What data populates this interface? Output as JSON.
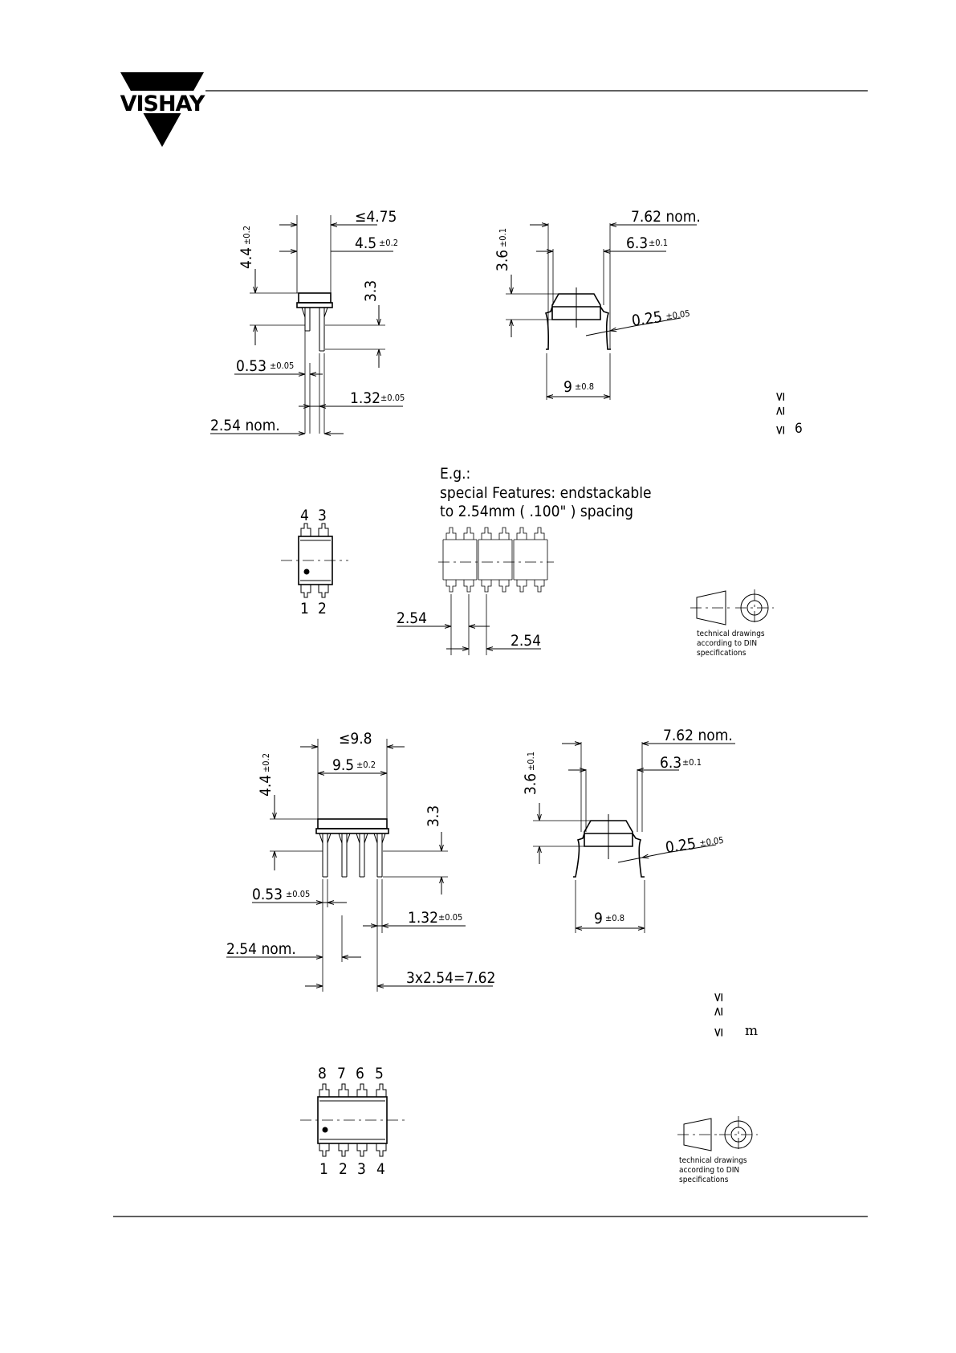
{
  "header": {
    "logo_text": "VISHAY"
  },
  "pkg4": {
    "front": {
      "d_max_width": "≤4.75",
      "d_body_width": "4.5",
      "d_body_width_tol": "±0.2",
      "d_height": "4.4",
      "d_height_tol": "±0.2",
      "d_lead_len": "3.3",
      "d_lead_w": "0.53",
      "d_lead_w_tol": "±0.05",
      "d_lead_w2": "1.32",
      "d_lead_w2_tol": "±0.05",
      "d_pitch": "2.54 nom."
    },
    "side": {
      "d_row": "7.62 nom.",
      "d_body": "6.3",
      "d_body_tol": "±0.1",
      "d_height": "3.6",
      "d_height_tol": "±0.1",
      "d_thk": "0.25",
      "d_thk_tol": "±0.05",
      "d_span": "9",
      "d_span_tol": "±0.8"
    },
    "margin_note_1": "≥ ≤",
    "margin_note_2": "≤ 6",
    "top": {
      "pins_top": [
        "4",
        "3"
      ],
      "pins_bottom": [
        "1",
        "2"
      ]
    },
    "stack": {
      "line1": "E.g.:",
      "line2": "special Features: endstackable",
      "line3": "to 2.54mm ( .100\" ) spacing",
      "d_left": "2.54",
      "d_right": "2.54"
    },
    "din": {
      "line1": "technical drawings",
      "line2": "according to DIN",
      "line3": "specifications"
    }
  },
  "pkg8": {
    "front": {
      "d_max_width": "≤9.8",
      "d_body_width": "9.5",
      "d_body_width_tol": "±0.2",
      "d_height": "4.4",
      "d_height_tol": "±0.2",
      "d_lead_len": "3.3",
      "d_lead_w": "0.53",
      "d_lead_w_tol": "±0.05",
      "d_lead_w2": "1.32",
      "d_lead_w2_tol": "±0.05",
      "d_pitch": "2.54 nom.",
      "d_span": "3x2.54=7.62"
    },
    "side": {
      "d_row": "7.62 nom.",
      "d_body": "6.3",
      "d_body_tol": "±0.1",
      "d_height": "3.6",
      "d_height_tol": "±0.1",
      "d_thk": "0.25",
      "d_thk_tol": "±0.05",
      "d_span": "9",
      "d_span_tol": "±0.8"
    },
    "margin_note_1": "≥ ≤",
    "margin_note_2": "≤ m",
    "top": {
      "pins_top": [
        "8",
        "7",
        "6",
        "5"
      ],
      "pins_bottom": [
        "1",
        "2",
        "3",
        "4"
      ]
    },
    "din": {
      "line1": "technical drawings",
      "line2": "according to DIN",
      "line3": "specifications"
    }
  }
}
